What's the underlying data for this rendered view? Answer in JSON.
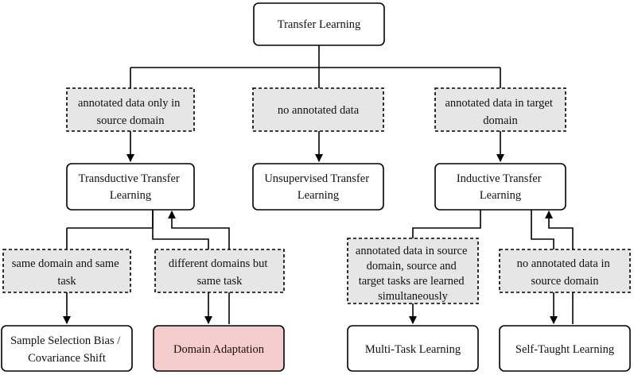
{
  "nodes": {
    "root": {
      "lines": [
        "Transfer Learning"
      ]
    },
    "cond_source_only": {
      "lines": [
        "annotated data only in",
        "source domain"
      ]
    },
    "cond_no_data": {
      "lines": [
        "no annotated data"
      ]
    },
    "cond_target": {
      "lines": [
        "annotated data in target",
        "domain"
      ]
    },
    "transductive": {
      "lines": [
        "Transductive Transfer",
        "Learning"
      ]
    },
    "unsupervised": {
      "lines": [
        "Unsupervised Transfer",
        "Learning"
      ]
    },
    "inductive": {
      "lines": [
        "Inductive Transfer",
        "Learning"
      ]
    },
    "cond_same_domain": {
      "lines": [
        "same domain and same",
        "task"
      ]
    },
    "cond_diff_domain": {
      "lines": [
        "different domains but",
        "same task"
      ]
    },
    "cond_source_simul": {
      "lines": [
        "annotated data in source",
        "domain, source and",
        "target tasks are learned",
        "simultaneously"
      ]
    },
    "cond_no_source": {
      "lines": [
        "no annotated data in",
        "source domain"
      ]
    },
    "sample_selection": {
      "lines": [
        "Sample Selection Bias /",
        "Covariance Shift"
      ]
    },
    "domain_adaptation": {
      "lines": [
        "Domain Adaptation"
      ]
    },
    "multitask": {
      "lines": [
        "Multi-Task Learning"
      ]
    },
    "selftaught": {
      "lines": [
        "Self-Taught Learning"
      ]
    }
  },
  "colors": {
    "solid_fill": "#ffffff",
    "condition_fill": "#e6e6e6",
    "highlight_fill": "#f6cdcd",
    "line": "#000000"
  }
}
